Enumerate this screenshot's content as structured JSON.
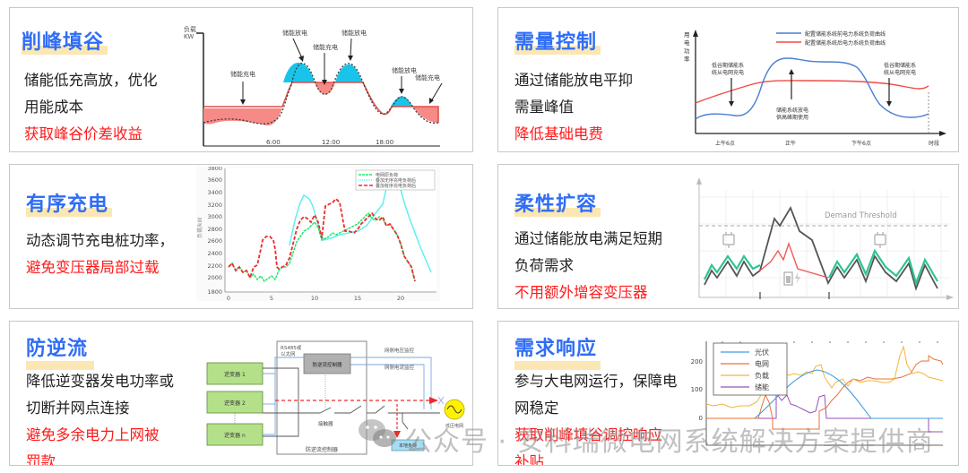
{
  "cards": [
    {
      "title": "削峰填谷",
      "lines": [
        "储能低充高放，优化",
        "用能成本"
      ],
      "highlight": [
        "获取峰谷价差收益"
      ],
      "figure": {
        "y_axis": "负载\nKW",
        "y_axis_l1": "负载",
        "y_axis_l2": "KW",
        "x_ticks": [
          "6:00",
          "12:00",
          "18:00"
        ],
        "labels": {
          "charge1": "储能充电",
          "discharge1": "储能放电",
          "charge2": "储能充电",
          "discharge2": "储能放电",
          "discharge3": "储能放电",
          "charge3": "储能充电"
        },
        "colors": {
          "charge_fill": "#f58a86",
          "discharge_fill": "#19c3ea",
          "line": "#e2504a"
        }
      }
    },
    {
      "title": "需量控制",
      "lines": [
        "通过储能放电平抑",
        "需量峰值"
      ],
      "highlight": [
        "降低基础电费"
      ],
      "figure": {
        "y_axis_chars": [
          "用",
          "电",
          "功",
          "率"
        ],
        "legend": [
          "配置储能系统前电力系统负荷曲线",
          "配置储能系统后电力系统负荷曲线"
        ],
        "x_ticks": [
          "上午6点",
          "正午",
          "下午6点",
          "时段"
        ],
        "annotations": {
          "left_l1": "低谷期储能系",
          "left_l2": "统从电网充电",
          "mid_l1": "储能系统放电",
          "mid_l2": "供高峰期使用",
          "right_l1": "低谷期储能系",
          "right_l2": "统从电网充电"
        },
        "colors": {
          "before": "#4a7fd0",
          "after": "#ef4b45"
        }
      }
    },
    {
      "title": "有序充电",
      "lines": [
        "动态调节充电桩功率，"
      ],
      "highlight": [
        "避免变压器局部过载"
      ],
      "figure": {
        "y_label": "负荷/kW",
        "legend": [
          "电网原负荷",
          "叠加无序充电负荷后",
          "叠加有序充电负荷后"
        ],
        "y_ticks": [
          "3800",
          "3600",
          "3400",
          "3200",
          "3000",
          "2800",
          "2600",
          "2400",
          "2200",
          "2000",
          "1800"
        ],
        "x_ticks": [
          "0",
          "5",
          "10",
          "15",
          "20"
        ],
        "colors": {
          "base": "#1ee86a",
          "disordered": "#5ff0f0",
          "ordered": "#ee2a2a"
        }
      }
    },
    {
      "title": "柔性扩容",
      "lines": [
        "通过储能放电满足短期",
        "负荷需求"
      ],
      "highlight": [
        "不用额外增容变压器"
      ],
      "figure": {
        "threshold_label": "Demand Threshold",
        "colors": {
          "load": "#555555",
          "battery": "#2ec58f",
          "limited": "#f05a5a"
        }
      }
    },
    {
      "title": "防逆流",
      "lines": [
        "降低逆变器发电功率或",
        "切断并网点连接"
      ],
      "highlight": [
        "避免多余电力上网被",
        "罚款"
      ],
      "figure": {
        "inverters": [
          "逆变器 1",
          "逆变器 2",
          "逆变器 n"
        ],
        "comm_label_l1": "RS485或",
        "comm_label_l2": "以太网",
        "controller": "防逆流控制器",
        "contactor": "接触器",
        "voltage_monitor": "网侧电压监控",
        "current_monitor": "网侧电流监控",
        "grid": "低压电网",
        "load": "本地负荷",
        "box_label": "防逆流控制器"
      }
    },
    {
      "title": "需求响应",
      "lines": [
        "参与大电网运行，保障电",
        "网稳定"
      ],
      "highlight": [
        "获取削峰填谷调控响应",
        "补贴"
      ],
      "figure": {
        "legend": [
          "光伏",
          "电网",
          "负载",
          "储能"
        ],
        "y_ticks": [
          "200",
          "100",
          "0"
        ],
        "colors": {
          "pv": "#3d9ee0",
          "grid": "#e9703a",
          "load": "#f2b53a",
          "storage": "#9a4fb8"
        }
      }
    }
  ],
  "watermark": {
    "text": "公众号 · 安科瑞微电网系统解决方案提供商"
  }
}
